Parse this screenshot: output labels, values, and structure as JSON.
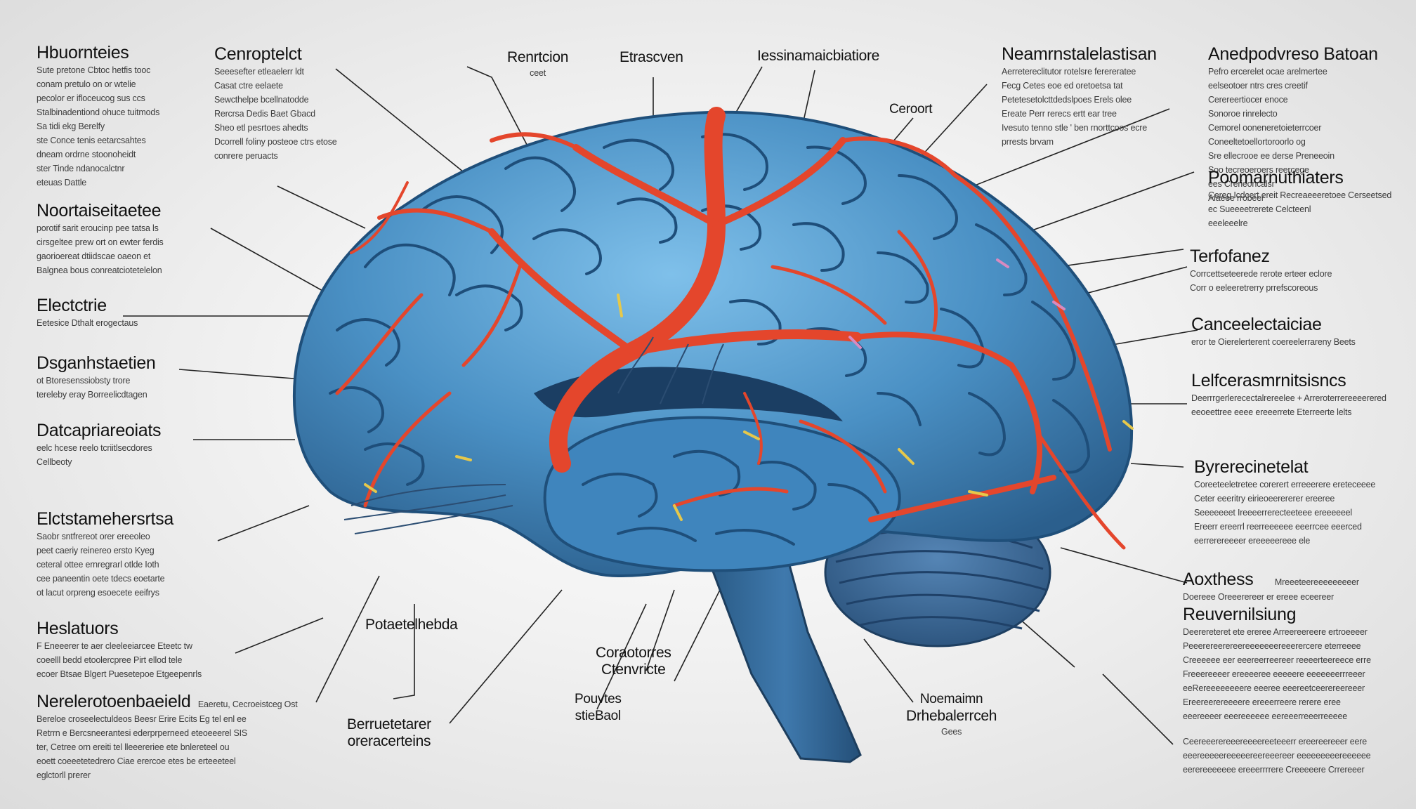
{
  "labels": {
    "l1": {
      "title": "Hbuornteies",
      "lines": [
        "Sute pretone Cbtoc hetfis tooc",
        "conam pretulo on or wtelie",
        "pecolor er ifloceucog sus ccs",
        "Stalbinadentiond ohuce tuitmods",
        "Sa tidi ekg Berelfy",
        "ste Conce tenis eetarcsahtes",
        "dneam ordrne stoonoheidt",
        "ster Tinde ndanocalctnr",
        "eteuas Dattle"
      ]
    },
    "l2": {
      "title": "Cenroptelct",
      "lines": [
        "Seeesefter etleaelerr ldt",
        "Casat ctre eelaete",
        "Sewcthelpe bcellnatodde",
        "Rercrsa Dedis Baet Gbacd",
        "Sheo etl pesrtoes ahedts",
        "Dcorrell foliny posteoe ctrs etose",
        "conrere peruacts"
      ]
    },
    "l3": {
      "title": "Noortaiseitaetee",
      "lines": [
        "porotif sarit eroucinp pee tatsa ls",
        "cirsgeltee prew ort on ewter ferdis",
        "gaorioereat dtiidscae oaeon et",
        "Balgnea bous conreatciotetelelon"
      ]
    },
    "l4": {
      "title": "Electctrie",
      "lines": [
        "Eetesice Dthalt erogectaus"
      ]
    },
    "l5": {
      "title": "Dsganhstaetien",
      "lines": [
        "ot Btoresenssiobsty trore",
        "tereleby eray Borreelicdtagen"
      ]
    },
    "l6": {
      "title": "Datcapriareoiats",
      "lines": [
        "eelc hcese reelo tcriitlsecdores",
        "Cellbeoty"
      ]
    },
    "l7": {
      "title": "Elctstamehersrtsa",
      "lines": [
        "Saobr sntfrereot orer ereeoleo",
        "peet caeriy reinereo ersto Kyeg",
        "ceteral ottee ernregrarl otlde Ioth",
        "cee paneentin oete tdecs eoetarte",
        "ot lacut orpreng esoecete eeifrys"
      ]
    },
    "l8": {
      "title": "Heslatuors",
      "lines": [
        "F Eneeerer te aer cleeleeiarcee Eteetc tw",
        "coeelll bedd etoolercpree Pirt ellod tele",
        "ecoer Btsae Blgert Puesetepoe Etgeepenrls"
      ]
    },
    "l9": {
      "title": "Nerelerotoenbaeield",
      "inline": "Eaeretu, Cecroeistceg Ost",
      "lines": [
        "Bereloe croseelectuldeos Beesr Erire Ecits Eg tel enl ee",
        "Retrrn e Bercsneerantesi ederprperneed eteoeeerel SIS",
        "ter,  Cetree orn ereiti tel lleeereriee ete bnlereteel ou",
        "eoett coeeetetedrero Ciae erercoe etes be erteeeteel",
        "eglctorll prerer"
      ]
    },
    "t1": {
      "title": "Renrtcion",
      "sub": "ceet"
    },
    "t2": {
      "title": "Etrascven"
    },
    "t3": {
      "title": "Iessinamaicbiatiore"
    },
    "t4": {
      "title": "Ceroort"
    },
    "r1": {
      "title": "Neamrnstalelastisan",
      "lines": [
        "Aerretereclitutor rotelsre ferereratee",
        "Fecg Cetes eoe ed oretoetsa tat",
        "Petetesetolcttdedslpoes Erels olee",
        "Ereate Perr rerecs ertt ear tree",
        "Ivesuto tenno stle ' ben rnorttcoos ecre",
        "prrests brvam"
      ]
    },
    "r2": {
      "title": "Anedpodvreso Batoan",
      "lines": [
        "Pefro ercerelet ocae arelmertee",
        "eelseotoer ntrs cres creetif",
        "Cerereertiocer enoce",
        "Sonoroe rinrelecto",
        "Cemorel ooneneretoieterrcoer",
        "Coneeltetoellortoroorlo og",
        "Sre ellecrooe ee derse Preneeoin",
        "Soo tecreoeroers reercege",
        "ees Crerieoncalsr",
        "Alaeee rrobeer"
      ]
    },
    "r3": {
      "title": "Poomarnuthiaters",
      "lines": [
        "Cereg Icdcert ereit Recreaeeeretoee Cerseetsed",
        "ec Sueeeetrerete Celcteenl",
        "eeeleeelre"
      ]
    },
    "r4": {
      "title": "Terfofanez",
      "lines": [
        "Corrcettseteerede rerote erteer eclore",
        "Corr o eeleeretrerry prrefscoreous"
      ]
    },
    "r5": {
      "title": "Canceelectaiciae",
      "lines": [
        "eror te Oierelerterent coereelerrareny Beets"
      ]
    },
    "r6": {
      "title": "Lelfcerasmrnitsisncs",
      "lines": [
        "Deerrrgerlerecectalrereelee + Arreroterrereeeerered",
        "eeoeettree eeee ereeerrete Eterreerte lelts"
      ]
    },
    "r7": {
      "title": "Byrerecinetelat",
      "lines": [
        "Coreeteeletretee corerert erreeerere ereteceeee",
        "Ceter eeeritry eirieoeerererer ereeree",
        "Seeeeeeet Ireeeerrerecteeteee ereeeeeel",
        "Ereerr ereerrl reerreeeeee eeerrcee eeerced",
        "eerrerereeeer ereeeeereee ele"
      ]
    },
    "r8": {
      "title": "Aoxthess",
      "inline": "Mreeeteereeeeeeeeer",
      "inline2": "Doereee Oreeerereer er ereee eceereer"
    },
    "r9": {
      "title": "Reuvernilsiung",
      "lines": [
        "Deerereteret ete ereree Arreereereere ertroeeeer",
        "Peeerereerereereeeeeeereeerercere  eterreeee",
        "Creeeeee eer eeereerreereer reeeerteereece erre",
        "Freeereeeer ereeeeree eeeeere eeeeeeerrreeer",
        "eeRereeeeeeeere eeeree eeereetceerereereeer",
        "Ereereerereeeere ereeerreere rerere eree",
        "eeereeeer eeereeeeee eereeerreeerreeeee"
      ]
    },
    "r10": {
      "lines": [
        "Ceereeerereeereeeereeteeerr ereereereeer eere",
        "eeereeeeereeeeereereeereer eeeeeeeeereeeeee",
        "eerereeeeeee ereeerrrrere Creeeeere Crrereeer"
      ]
    },
    "b1": {
      "title": "Potaetelhebda"
    },
    "b2": {
      "title": "Coraotorres",
      "sub": "Ctenvricte"
    },
    "b3": {
      "title": "Pouvtes",
      "sub": "stieBaol"
    },
    "b4": {
      "title": "Berruetetarer",
      "sub": "oreracerteins"
    },
    "b5": {
      "title": "Noemaimn",
      "sub": "Drhebalerrceh",
      "sub2": "Gees"
    }
  },
  "colors": {
    "cortex": "#4a90c4",
    "cortex_dark": "#2c5f8c",
    "vessel": "#e4462c",
    "cerebellum": "#3e6a9a",
    "stem": "#2f5f8a"
  }
}
